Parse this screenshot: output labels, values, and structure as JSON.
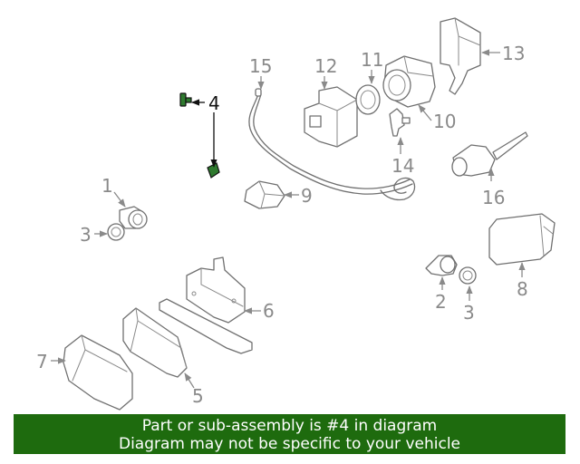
{
  "callouts": {
    "c1": "1",
    "c2": "2",
    "c3a": "3",
    "c3b": "3",
    "c4": "4",
    "c5": "5",
    "c6": "6",
    "c7": "7",
    "c8": "8",
    "c9": "9",
    "c10": "10",
    "c11": "11",
    "c12": "12",
    "c13": "13",
    "c14": "14",
    "c15": "15",
    "c16": "16"
  },
  "highlighted_part": "4",
  "colors": {
    "banner_bg": "#1e6b0e",
    "highlight": "#2f7a2f",
    "callout_gray": "#8a8a8a"
  },
  "banner": {
    "line1": "Part or sub-assembly is #4 in diagram",
    "line2": "Diagram may not be specific to your vehicle"
  }
}
